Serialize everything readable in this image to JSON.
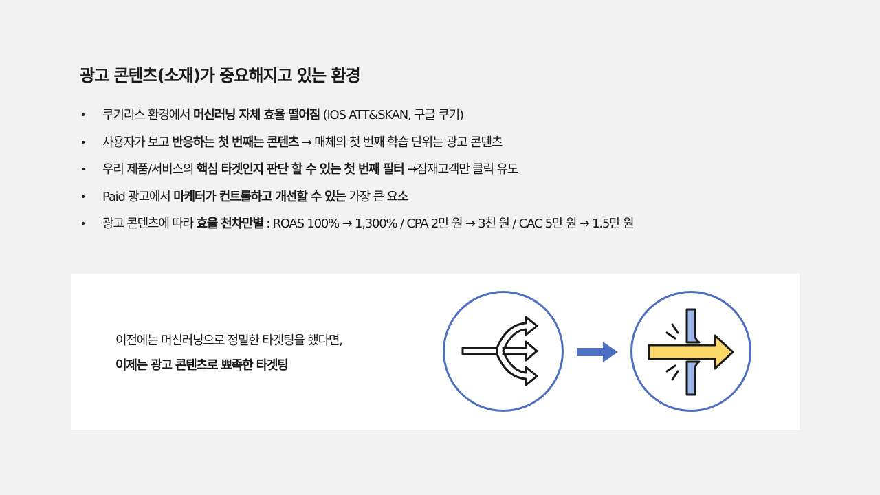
{
  "title": "광고 콘텐츠(소재)가 중요해지고 있는 환경",
  "bullet_marker": "•",
  "bullets": [
    {
      "a": "쿠키리스 환경에서 ",
      "b": "머신러닝 자체 효율 떨어짐",
      "c": " (IOS ATT&SKAN, 구글 쿠키)",
      "d": "",
      "e": ""
    },
    {
      "a": "사용자가 보고 ",
      "b": "반응하는 첫 번째는 콘텐츠",
      "c": " → 매체의 첫 번째 학습 단위는 광고 콘텐츠",
      "d": "",
      "e": ""
    },
    {
      "a": "우리 제품/서비스의 ",
      "b": "핵심 타겟인지 판단 할 수 있는 첫 번째 필터",
      "c": " →잠재고객만 클릭 유도",
      "d": "",
      "e": ""
    },
    {
      "a": "Paid 광고에서 ",
      "b": "마케터가 컨트롤하고 개선할 수 있는",
      "c": " 가장 큰 요소",
      "d": "",
      "e": ""
    },
    {
      "a": "광고 콘텐츠에 따라 ",
      "b": "효율 천차만별",
      "c": " : ROAS 100% → 1,300% / CPA 2만 원 → 3천 원 / CAC 5만 원 → 1.5만 원",
      "d": "",
      "e": ""
    }
  ],
  "panel": {
    "line1": "이전에는 머신러닝으로 정밀한 타겟팅을 했다면,",
    "line2": "이제는 광고 콘텐츠로 뾰족한 타겟팅"
  },
  "icons": {
    "left": "split-arrows-icon",
    "middle": "right-arrow-icon",
    "right": "arrow-through-barrier-icon"
  },
  "colors": {
    "circle_border": "#4f6fc2",
    "arrow_blue": "#4f6fc2",
    "accent_yellow": "#fbd86a",
    "barrier_blue": "#9bb6ea"
  }
}
